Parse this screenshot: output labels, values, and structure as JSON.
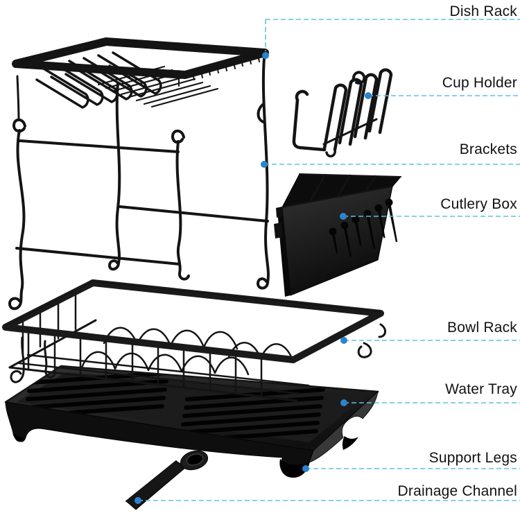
{
  "figure": {
    "type": "labeled-product-diagram",
    "description": "Exploded view of a two-tier dish drying rack with callout labels",
    "background": "#ffffff",
    "label_color": "#111111",
    "callout": {
      "line_color": "#5fc0e1",
      "dot_color": "#2a84cd",
      "dash_pattern": "7 4"
    },
    "parts": [
      {
        "id": "dish-rack",
        "label": "Dish Rack"
      },
      {
        "id": "cup-holder",
        "label": "Cup Holder"
      },
      {
        "id": "brackets",
        "label": "Brackets"
      },
      {
        "id": "cutlery-box",
        "label": "Cutlery Box"
      },
      {
        "id": "bowl-rack",
        "label": "Bowl Rack"
      },
      {
        "id": "water-tray",
        "label": "Water Tray"
      },
      {
        "id": "support-legs",
        "label": "Support Legs"
      },
      {
        "id": "drainage-channel",
        "label": "Drainage Channel"
      }
    ]
  }
}
